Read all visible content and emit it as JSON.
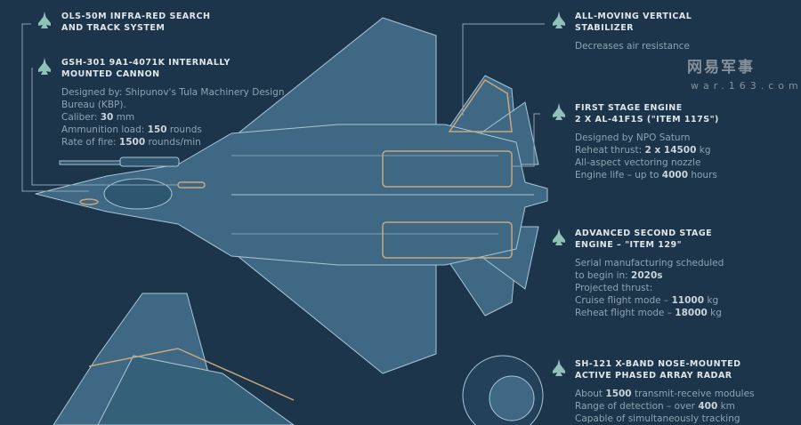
{
  "left": [
    {
      "title": [
        "OLS-50M INFRA-RED SEARCH",
        "AND TRACK SYSTEM"
      ],
      "lines": []
    },
    {
      "title": [
        "GSH-301 9A1-4071K INTERNALLY",
        "MOUNTED CANNON"
      ],
      "lines": [
        {
          "pre": "Designed by: Shipunov's Tula Machinery Design",
          "val": "",
          "post": ""
        },
        {
          "pre": "Bureau (KBP).",
          "val": "",
          "post": ""
        },
        {
          "pre": "Caliber: ",
          "val": "30",
          "post": " mm"
        },
        {
          "pre": "Ammunition load: ",
          "val": "150",
          "post": " rounds"
        },
        {
          "pre": "Rate of fire: ",
          "val": "1500",
          "post": " rounds/min"
        }
      ]
    }
  ],
  "right": [
    {
      "title": [
        "ALL-MOVING VERTICAL",
        "STABILIZER"
      ],
      "lines": [
        {
          "pre": "Decreases air resistance",
          "val": "",
          "post": ""
        }
      ]
    },
    {
      "title": [
        "FIRST STAGE ENGINE",
        "2 X AL-41F1S (\"ITEM 117S\")"
      ],
      "lines": [
        {
          "pre": "Designed by NPO Saturn",
          "val": "",
          "post": ""
        },
        {
          "pre": "Reheat thrust: ",
          "val": "2 x 14500",
          "post": " kg"
        },
        {
          "pre": "All-aspect vectoring nozzle",
          "val": "",
          "post": ""
        },
        {
          "pre": "Engine life – up to ",
          "val": "4000",
          "post": " hours"
        }
      ]
    },
    {
      "title": [
        "ADVANCED SECOND STAGE",
        "ENGINE – \"ITEM 129\""
      ],
      "lines": [
        {
          "pre": "Serial manufacturing scheduled",
          "val": "",
          "post": ""
        },
        {
          "pre": "to begin in: ",
          "val": "2020s",
          "post": ""
        },
        {
          "pre": "Projected thrust:",
          "val": "",
          "post": ""
        },
        {
          "pre": "Cruise flight mode – ",
          "val": "11000",
          "post": " kg"
        },
        {
          "pre": "Reheat flight mode – ",
          "val": "18000",
          "post": " kg"
        }
      ]
    },
    {
      "title": [
        "SH-121 X-BAND NOSE-MOUNTED",
        "ACTIVE PHASED ARRAY RADAR"
      ],
      "lines": [
        {
          "pre": "About ",
          "val": "1500",
          "post": " transmit-receive modules"
        },
        {
          "pre": "Range of detection – over ",
          "val": "400",
          "post": " km"
        },
        {
          "pre": "Capable of simultaneously tracking",
          "val": "",
          "post": ""
        }
      ]
    }
  ],
  "watermark": {
    "main": "网易军事",
    "sub": "war.163.com"
  },
  "colors": {
    "bg": "#1c354a",
    "plane": "#3e6883",
    "accent": "#c8a97e",
    "icon": "#8fc1b8"
  }
}
